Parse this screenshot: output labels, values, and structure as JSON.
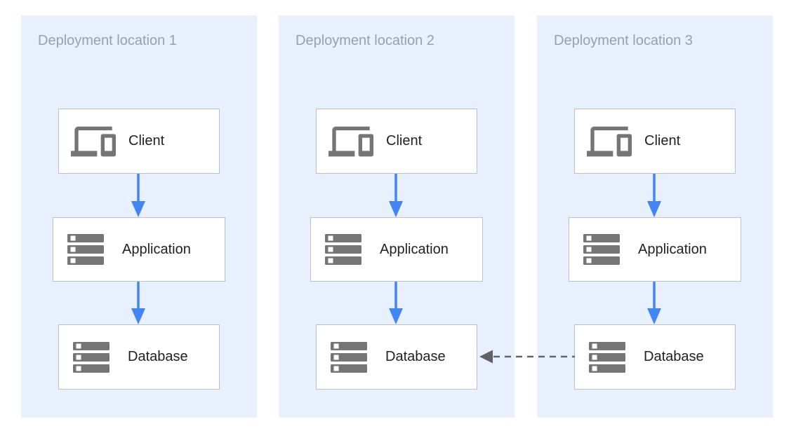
{
  "diagram": {
    "type": "architecture-diagram",
    "panels": [
      {
        "title": "Deployment location 1",
        "nodes": [
          {
            "label": "Client",
            "icon": "devices-icon"
          },
          {
            "label": "Application",
            "icon": "server-stack-icon"
          },
          {
            "label": "Database",
            "icon": "server-stack-icon"
          }
        ]
      },
      {
        "title": "Deployment location 2",
        "nodes": [
          {
            "label": "Client",
            "icon": "devices-icon"
          },
          {
            "label": "Application",
            "icon": "server-stack-icon"
          },
          {
            "label": "Database",
            "icon": "server-stack-icon"
          }
        ]
      },
      {
        "title": "Deployment location 3",
        "nodes": [
          {
            "label": "Client",
            "icon": "devices-icon"
          },
          {
            "label": "Application",
            "icon": "server-stack-icon"
          },
          {
            "label": "Database",
            "icon": "server-stack-icon"
          }
        ]
      }
    ],
    "arrows": {
      "vertical": [
        {
          "panel": "Deployment location 1",
          "from": "Client",
          "to": "Application",
          "style": "solid"
        },
        {
          "panel": "Deployment location 1",
          "from": "Application",
          "to": "Database",
          "style": "solid"
        },
        {
          "panel": "Deployment location 2",
          "from": "Client",
          "to": "Application",
          "style": "solid"
        },
        {
          "panel": "Deployment location 2",
          "from": "Application",
          "to": "Database",
          "style": "solid"
        },
        {
          "panel": "Deployment location 3",
          "from": "Client",
          "to": "Application",
          "style": "solid"
        },
        {
          "panel": "Deployment location 3",
          "from": "Application",
          "to": "Database",
          "style": "solid"
        }
      ],
      "cross_panel": {
        "from": "Database (Deployment location 3)",
        "to": "Database (Deployment location 2)",
        "style": "dashed",
        "direction": "right-to-left"
      }
    },
    "colors": {
      "panel_background": "#E8F0FE",
      "box_background": "#FFFFFF",
      "box_border": "#BDC1C6",
      "arrow_blue": "#4285F4",
      "dashed_arrow_gray": "#5F6368",
      "icon_gray": "#757575",
      "title_gray": "#9AA0A6",
      "label_dark": "#212121"
    }
  }
}
